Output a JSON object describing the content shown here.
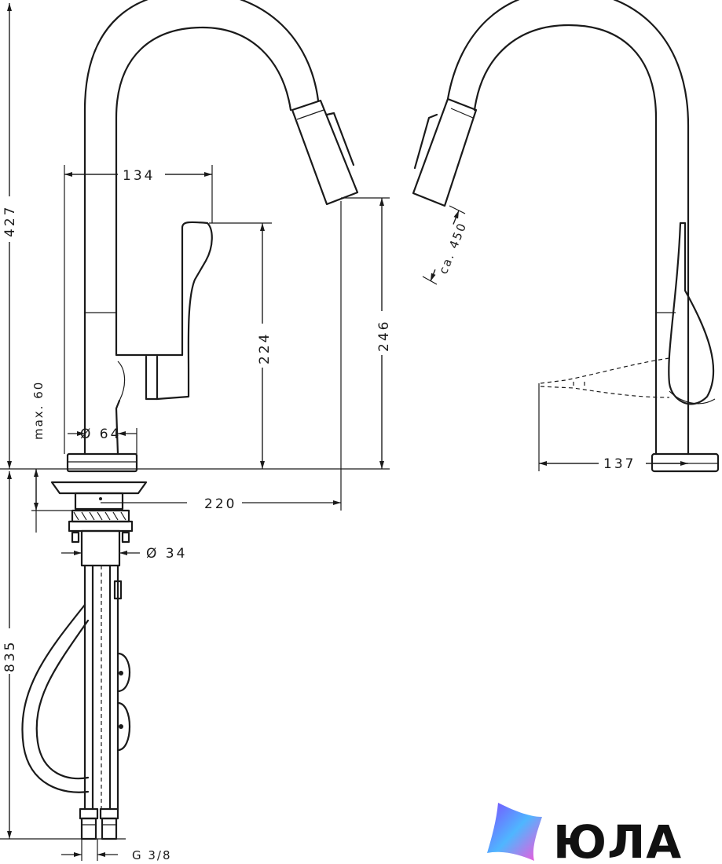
{
  "dimensions": {
    "total_height": "427",
    "below_deck_length": "835",
    "spout_reach_134": "134",
    "handle_height": "224",
    "spout_height": "246",
    "max_deck": "max. 60",
    "base_diameter": "Ø 64",
    "reach_220": "220",
    "shank_diameter": "Ø 34",
    "connection": "G 3/8",
    "pullout_length": "ca. 450",
    "handle_clearance": "137"
  },
  "brand": {
    "name": "ЮЛА"
  },
  "colors": {
    "line": "#1a1a1a",
    "background": "#ffffff"
  }
}
